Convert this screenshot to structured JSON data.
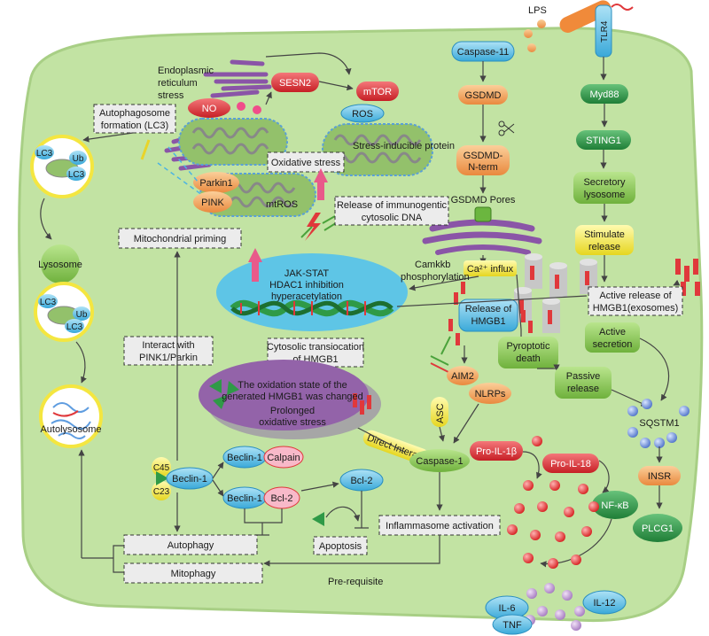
{
  "colors": {
    "cell": "#c2e3a3",
    "cellStroke": "#a8cf85",
    "mito": "#93c16b",
    "green_node": "#2f9a47",
    "blue_node": "#5cc0e6",
    "yellow_node": "#f4eb4a",
    "red_node": "#e0383b",
    "orange_node": "#f3a35a",
    "purple_blob": "#9363a9",
    "pink_arrow": "#e85a8a"
  },
  "labels": {
    "lps": "LPS",
    "tlr4": "TLR4",
    "caspase11": "Caspase-11",
    "gsdmd": "GSDMD",
    "gsdmd_nterm_1": "GSDMD-",
    "gsdmd_nterm_2": "N-term",
    "gsdmd_pores": "GSDMD Pores",
    "myd88": "Myd88",
    "sting1": "STING1",
    "secretory_lysosome_1": "Secretory",
    "secretory_lysosome_2": "lysosome",
    "stimulate_release_1": "Stimulate",
    "stimulate_release_2": "release",
    "er_stress_1": "Endoplasmic",
    "er_stress_2": "reticulum",
    "er_stress_3": "stress",
    "sesn2": "SESN2",
    "mtor": "mTOR",
    "no": "NO",
    "ros": "ROS",
    "stress_protein": "Stress-inducible protein",
    "autophagosome_1": "Autophagosome",
    "autophagosome_2": "formation (LC3)",
    "oxidative_stress": "Oxidative stress",
    "parkin1": "Parkin1",
    "pink": "PINK",
    "mtros": "mtROS",
    "release_dna_1": "Release of immunogentic",
    "release_dna_2": "cytosolic DNA",
    "mito_priming": "Mitochondrial priming",
    "jak_1": "JAK-STAT",
    "jak_2": "HDAC1 inhibition",
    "jak_3": "hyperacetylation",
    "camkkb_1": "Camkkb",
    "camkkb_2": "phosphorylation",
    "ca_influx": "Ca²⁺ influx",
    "release_hmgb1_1": "Release of",
    "release_hmgb1_2": "HMGB1",
    "active_release_1": "Active release of",
    "active_release_2": "HMGB1(exosomes)",
    "active_secretion_1": "Active",
    "active_secretion_2": "secretion",
    "pyroptotic_1": "Pyroptotic",
    "pyroptotic_2": "death",
    "passive_1": "Passive",
    "passive_2": "release",
    "interact_pink_1": "Interact with",
    "interact_pink_2": "PINK1/Parkin",
    "cytosolic_trans_1": "Cytosolic transiocation",
    "cytosolic_trans_2": "of HMGB1",
    "oxid_1": "The oxidation state of the",
    "oxid_2": "generated HMGB1 was changed",
    "oxid_3": "Prolonged",
    "oxid_4": "oxidative stress",
    "aim2": "AIM2",
    "nlrps": "NLRPs",
    "asc": "ASC",
    "direct_interact": "Direct Interact",
    "caspase1": "Caspase-1",
    "pro_il1b": "Pro-IL-1β",
    "pro_il18": "Pro-IL-18",
    "sqstm1": "SQSTM1",
    "insr": "INSR",
    "nfkb": "NF-κB",
    "plcg1": "PLCG1",
    "c45": "C45",
    "c23": "C23",
    "beclin1": "Beclin-1",
    "calpain": "Calpain",
    "bcl2": "Bcl-2",
    "apoptosis": "Apoptosis",
    "inflammasome": "Inflammasome activation",
    "autophagy": "Autophagy",
    "mitophagy": "Mitophagy",
    "prerequisite": "Pre-requisite",
    "il6": "IL-6",
    "il12": "IL-12",
    "tnf": "TNF",
    "lysosome": "Lysosome",
    "autolysosome": "Autolysosome",
    "lc3": "LC3",
    "ub": "Ub"
  }
}
